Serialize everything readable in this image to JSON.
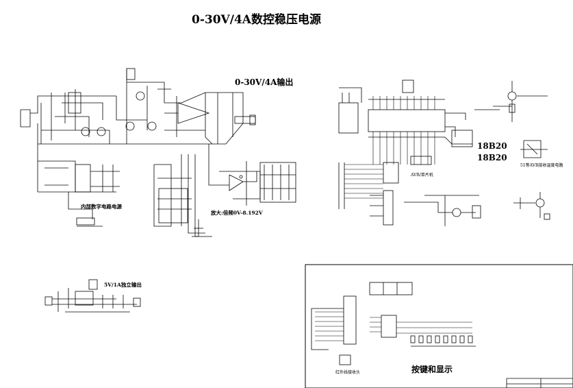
{
  "diagram": {
    "title": "0-30V/4A数控稳压电源",
    "labels": {
      "output": "0-30V/4A输出",
      "internal_power": "内部数字电路电源",
      "amp_note": "放大:倍频0V-8.192V",
      "aux_output": "5V/1A独立输出",
      "ds18b20_1": "18B20",
      "ds18b20_2": "18B20",
      "avr_mcu": "AVR/单片机",
      "temp_circuit": "51等AVR接收温度电路",
      "ir_receiver": "红外线接收头",
      "keys_display": "按键和显示"
    }
  }
}
